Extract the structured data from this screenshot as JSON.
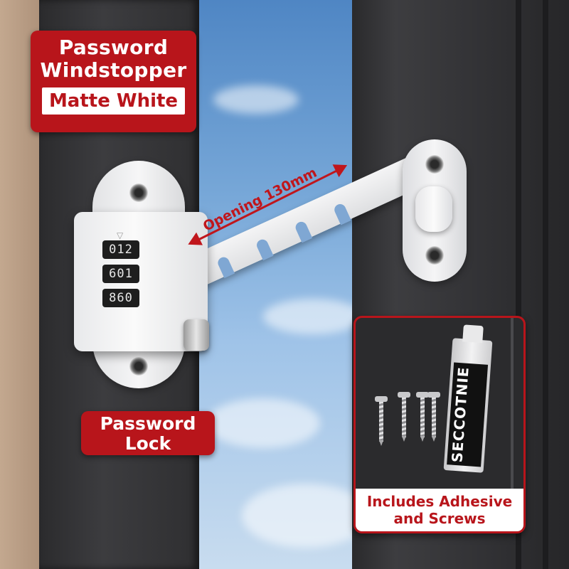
{
  "title_badge": {
    "line1": "Password",
    "line2": "Windstopper",
    "subtitle": "Matte White"
  },
  "measurement": {
    "label": "Opening 130mm"
  },
  "lock": {
    "dials": [
      "012",
      "601",
      "860"
    ]
  },
  "lock_badge": {
    "line1": "Password",
    "line2": "Lock"
  },
  "inset": {
    "caption_line1": "Includes Adhesive",
    "caption_line2": "and Screws",
    "tube_brand": "SECCOTNIE"
  },
  "colors": {
    "accent_red": "#b8151b",
    "frame_dark": "#2f2f31",
    "sky": "#78a8d8"
  }
}
